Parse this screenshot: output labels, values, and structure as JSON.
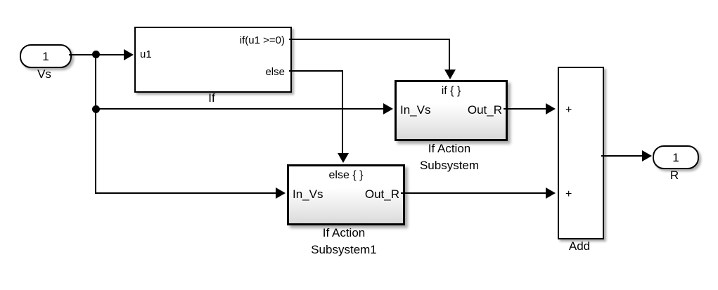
{
  "diagram": {
    "title": "Simulink If / If Action Subsystem model",
    "background_color": "#ffffff",
    "line_color": "#000000"
  },
  "inport": {
    "number": "1",
    "label": "Vs"
  },
  "outport": {
    "number": "1",
    "label": "R"
  },
  "if_block": {
    "name": "If",
    "input_label": "u1",
    "condition_label": "if(u1 >=0)",
    "else_label": "else"
  },
  "subsystem_if": {
    "top_label": "if { }",
    "inport_label": "In_Vs",
    "outport_label": "Out_R",
    "name_line1": "If Action",
    "name_line2": "Subsystem"
  },
  "subsystem_else": {
    "top_label": "else { }",
    "inport_label": "In_Vs",
    "outport_label": "Out_R",
    "name_line1": "If Action",
    "name_line2": "Subsystem1"
  },
  "add_block": {
    "name": "Add",
    "sign_top": "+",
    "sign_bottom": "+"
  }
}
